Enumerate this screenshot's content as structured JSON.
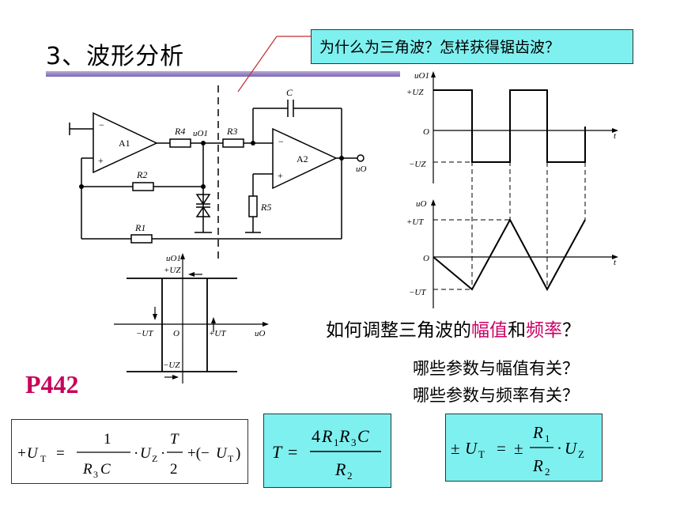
{
  "title": "3、波形分析",
  "callout": "为什么为三角波？怎样获得锯齿波？",
  "question_main": {
    "prefix": "如何调整三角波的",
    "amplitude": "幅值",
    "and": "和",
    "frequency": "频率",
    "suffix": "？"
  },
  "question_amplitude": "哪些参数与幅值有关？",
  "question_frequency": "哪些参数与频率有关？",
  "page_ref": "P442",
  "colors": {
    "accent": "#cc0066",
    "highlight_box": "#7ff0f0",
    "title_rule": "#7b68b8"
  },
  "circuit": {
    "op_amps": [
      "A1",
      "A2"
    ],
    "resistors": [
      "R1",
      "R2",
      "R3",
      "R4",
      "R5"
    ],
    "capacitor": "C",
    "node_uo1": "uO1",
    "output": "uO"
  },
  "transfer": {
    "y_axis": "uO1",
    "x_axis": "uO",
    "pos_uz": "+UZ",
    "neg_uz": "−UZ",
    "neg_ut": "−UT",
    "pos_ut": "+UT",
    "origin": "O"
  },
  "wave_square": {
    "y_axis": "uO1",
    "t_axis": "t",
    "pos": "+UZ",
    "neg": "−UZ",
    "origin": "O"
  },
  "wave_triangle": {
    "y_axis": "uO",
    "t_axis": "t",
    "pos": "+UT",
    "neg": "−UT",
    "origin": "O"
  },
  "formulas": {
    "ut_derivation": "+UT = 1/(R3C)·UZ·T/2 + (−UT)",
    "period": "T = 4R1R3C / R2",
    "threshold": "±UT = ±R1/R2·UZ"
  }
}
